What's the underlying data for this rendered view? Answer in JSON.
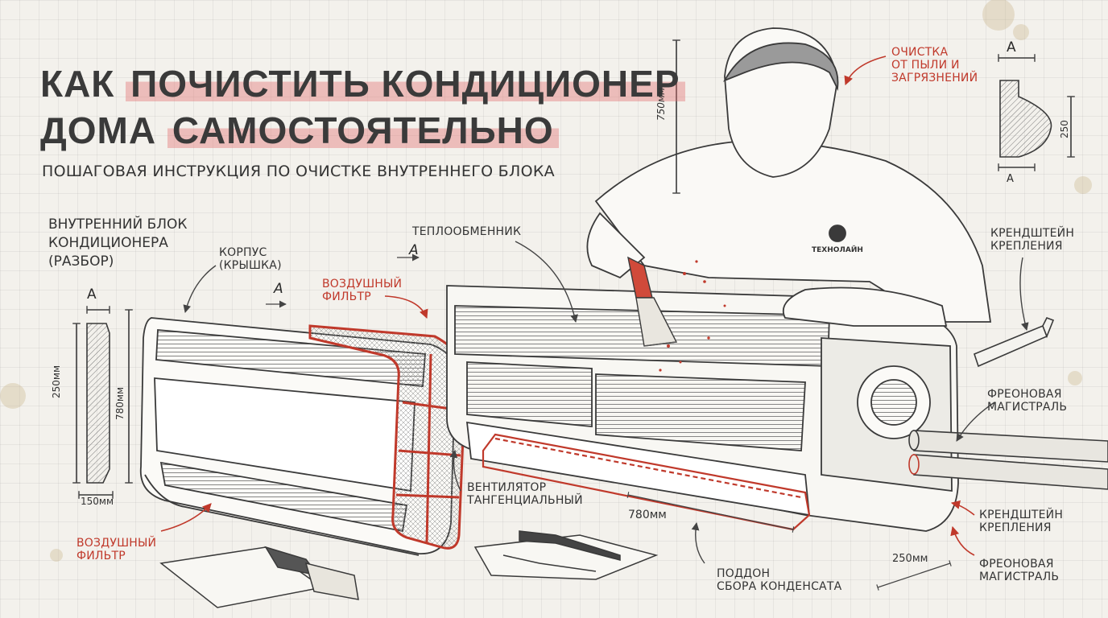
{
  "title": {
    "line1_plain": "КАК ",
    "line1_hl": "ПОЧИСТИТЬ КОНДИЦИОНЕР",
    "line2_plain": "ДОМА ",
    "line2_hl": "САМОСТОЯТЕЛЬНО",
    "subtitle": "ПОШАГОВАЯ ИНСТРУКЦИЯ ПО ОЧИСТКЕ  ВНУТРЕННЕГО БЛОКА"
  },
  "block_label": [
    "ВНУТРЕННИЙ БЛОК",
    "КОНДИЦИОНЕРА",
    "(РАЗБОР)"
  ],
  "labels": {
    "korpus": [
      "КОРПУС",
      "(КРЫШКА)"
    ],
    "filter_top": [
      "ВОЗДУШНЫЙ",
      "ФИЛЬТР"
    ],
    "filter_bottom": [
      "ВОЗДУШНЫЙ",
      "ФИЛЬТР"
    ],
    "heat_exchanger": "ТЕПЛООБМЕННИК",
    "cleaning": [
      "ОЧИСТКА",
      "ОТ ПЫЛИ И",
      "ЗАГРЯЗНЕНИЙ"
    ],
    "bracket_top": [
      "КРЕНДШТЕЙН",
      "КРЕПЛЕНИЯ"
    ],
    "freon_top": [
      "ФРЕОНОВАЯ",
      "МАГИСТРАЛЬ"
    ],
    "bracket_bottom": [
      "КРЕНДШТЕЙН",
      "КРЕПЛЕНИЯ"
    ],
    "freon_bottom": [
      "ФРЕОНОВАЯ",
      "МАГИСТРАЛЬ"
    ],
    "fan": [
      "ВЕНТИЛЯТОР",
      "ТАНГЕНЦИАЛЬНЫЙ"
    ],
    "tray": [
      "ПОДДОН",
      "СБОРА КОНДЕНСАТА"
    ],
    "shirt_logo": "ТЕХНОЛАЙН"
  },
  "dimensions": {
    "section_a": "A",
    "h_250": "250мм",
    "h_780": "780мм",
    "w_150": "150мм",
    "len_780": "780мм",
    "depth_250": "250мм",
    "h_750": "750мм",
    "detail_250": "250"
  },
  "colors": {
    "accent_red": "#c0392b",
    "highlight": "#e26e6e",
    "ink": "#3a3a3a",
    "paper": "#f3f1ec"
  }
}
